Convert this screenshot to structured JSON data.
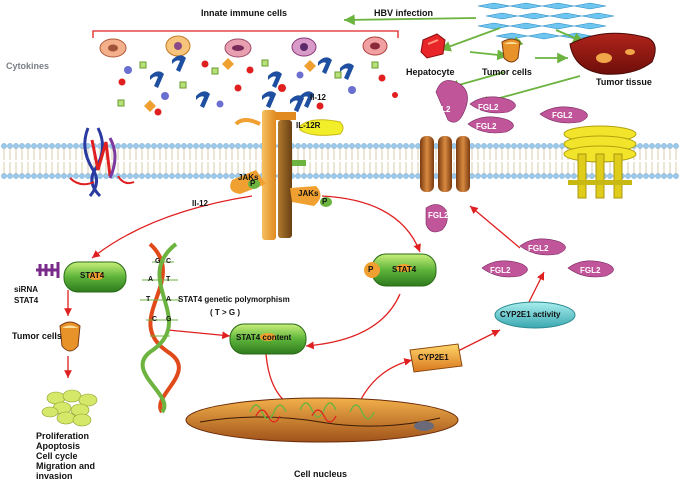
{
  "labels": {
    "innate_immune_cells": "Innate immune cells",
    "hbv_infection": "HBV infection",
    "cytokines": "Cytokines",
    "hepatocyte": "Hepatocyte",
    "tumor_cells_top": "Tumor cells",
    "tumor_tissue": "Tumor tissue",
    "il12_top": "Il-12",
    "il12r": "IL-12R",
    "jaks_left": "JAKs",
    "jaks_right": "JAKs",
    "p_left": "P",
    "p_right": "P",
    "il12_bottom": "Il-12",
    "fgl2_a": "FGL2",
    "fgl2_b": "FGL2",
    "fgl2_c": "FGL2",
    "fgl2_d": "FGL2",
    "fgl2_membrane": "FGL2",
    "fgl2_e": "FGL2",
    "fgl2_f": "FGL2",
    "fgl2_g": "FGL2",
    "sirna": "siRNA",
    "stat4_sirna": "STAT4",
    "stat4_left": "STAT4",
    "stat4_phos": "STAT4",
    "p_stat4": "P",
    "polymorphism": "STAT4 genetic  polymorphism",
    "polymorphism_variant": "( T > G )",
    "stat4_content": "STAT4 content",
    "tumor_cells_left": "Tumor cells",
    "cyp2e1": "CYP2E1",
    "cyp2e1_activity": "CYP2E1 activity",
    "cell_nucleus": "Cell nucleus",
    "outcomes": [
      "Proliferation",
      "Apoptosis",
      "Cell cycle",
      "Migration and",
      "invasion"
    ],
    "dna_bases": [
      "G",
      "C",
      "A",
      "T",
      "T",
      "A",
      "C",
      "G"
    ]
  },
  "colors": {
    "arrow_red": "#e02020",
    "arrow_green": "#6cb33f",
    "membrane": "#9cc9ea",
    "fgl2": "#c0559a",
    "stat4_green": "#3c9a2a",
    "receptor_orange": "#f0a030",
    "receptor_brown": "#8a5a1a",
    "cyp2e1_bar": "#e8a030",
    "cyp2e1_activity": "#5ac8c8",
    "label_gray": "#7a7f86"
  }
}
